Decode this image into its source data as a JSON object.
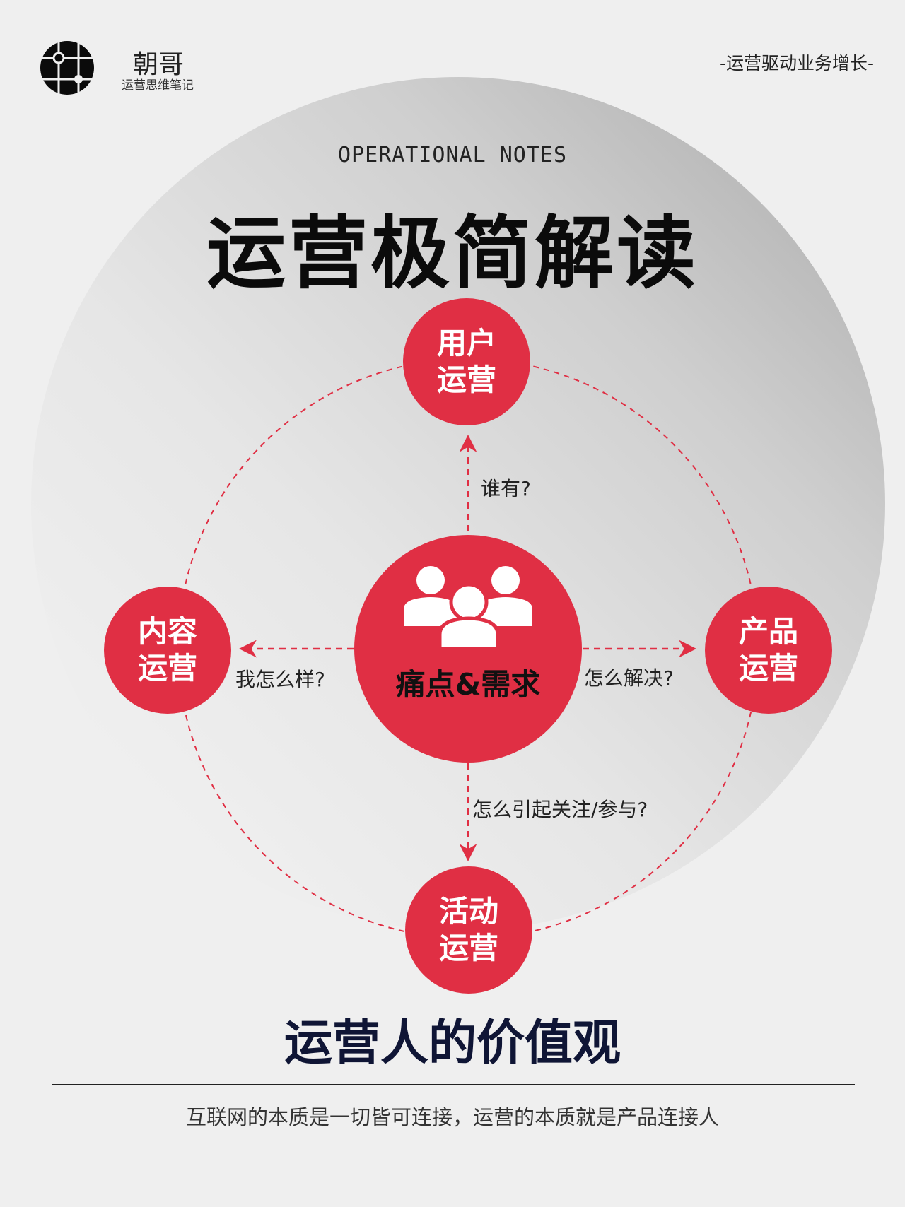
{
  "brand": {
    "name": "朝哥",
    "subtitle": "运营思维笔记",
    "logo": "globe-grid-logo"
  },
  "slogan": "-运营驱动业务增长-",
  "overline": "OPERATIONAL NOTES",
  "title": "运营极简解读",
  "colors": {
    "accent": "#e02f44",
    "navy": "#0f1535"
  },
  "center": {
    "label": "痛点&需求",
    "icon": "people-group-icon"
  },
  "nodes": {
    "top": {
      "line1": "用户",
      "line2": "运营"
    },
    "left": {
      "line1": "内容",
      "line2": "运营"
    },
    "right": {
      "line1": "产品",
      "line2": "运营"
    },
    "bottom": {
      "line1": "活动",
      "line2": "运营"
    }
  },
  "questions": {
    "top": "谁有?",
    "left": "我怎么样?",
    "right": "怎么解决?",
    "bottom": "怎么引起关注/参与?"
  },
  "bottom_title": "运营人的价值观",
  "footer": "互联网的本质是一切皆可连接，运营的本质就是产品连接人"
}
